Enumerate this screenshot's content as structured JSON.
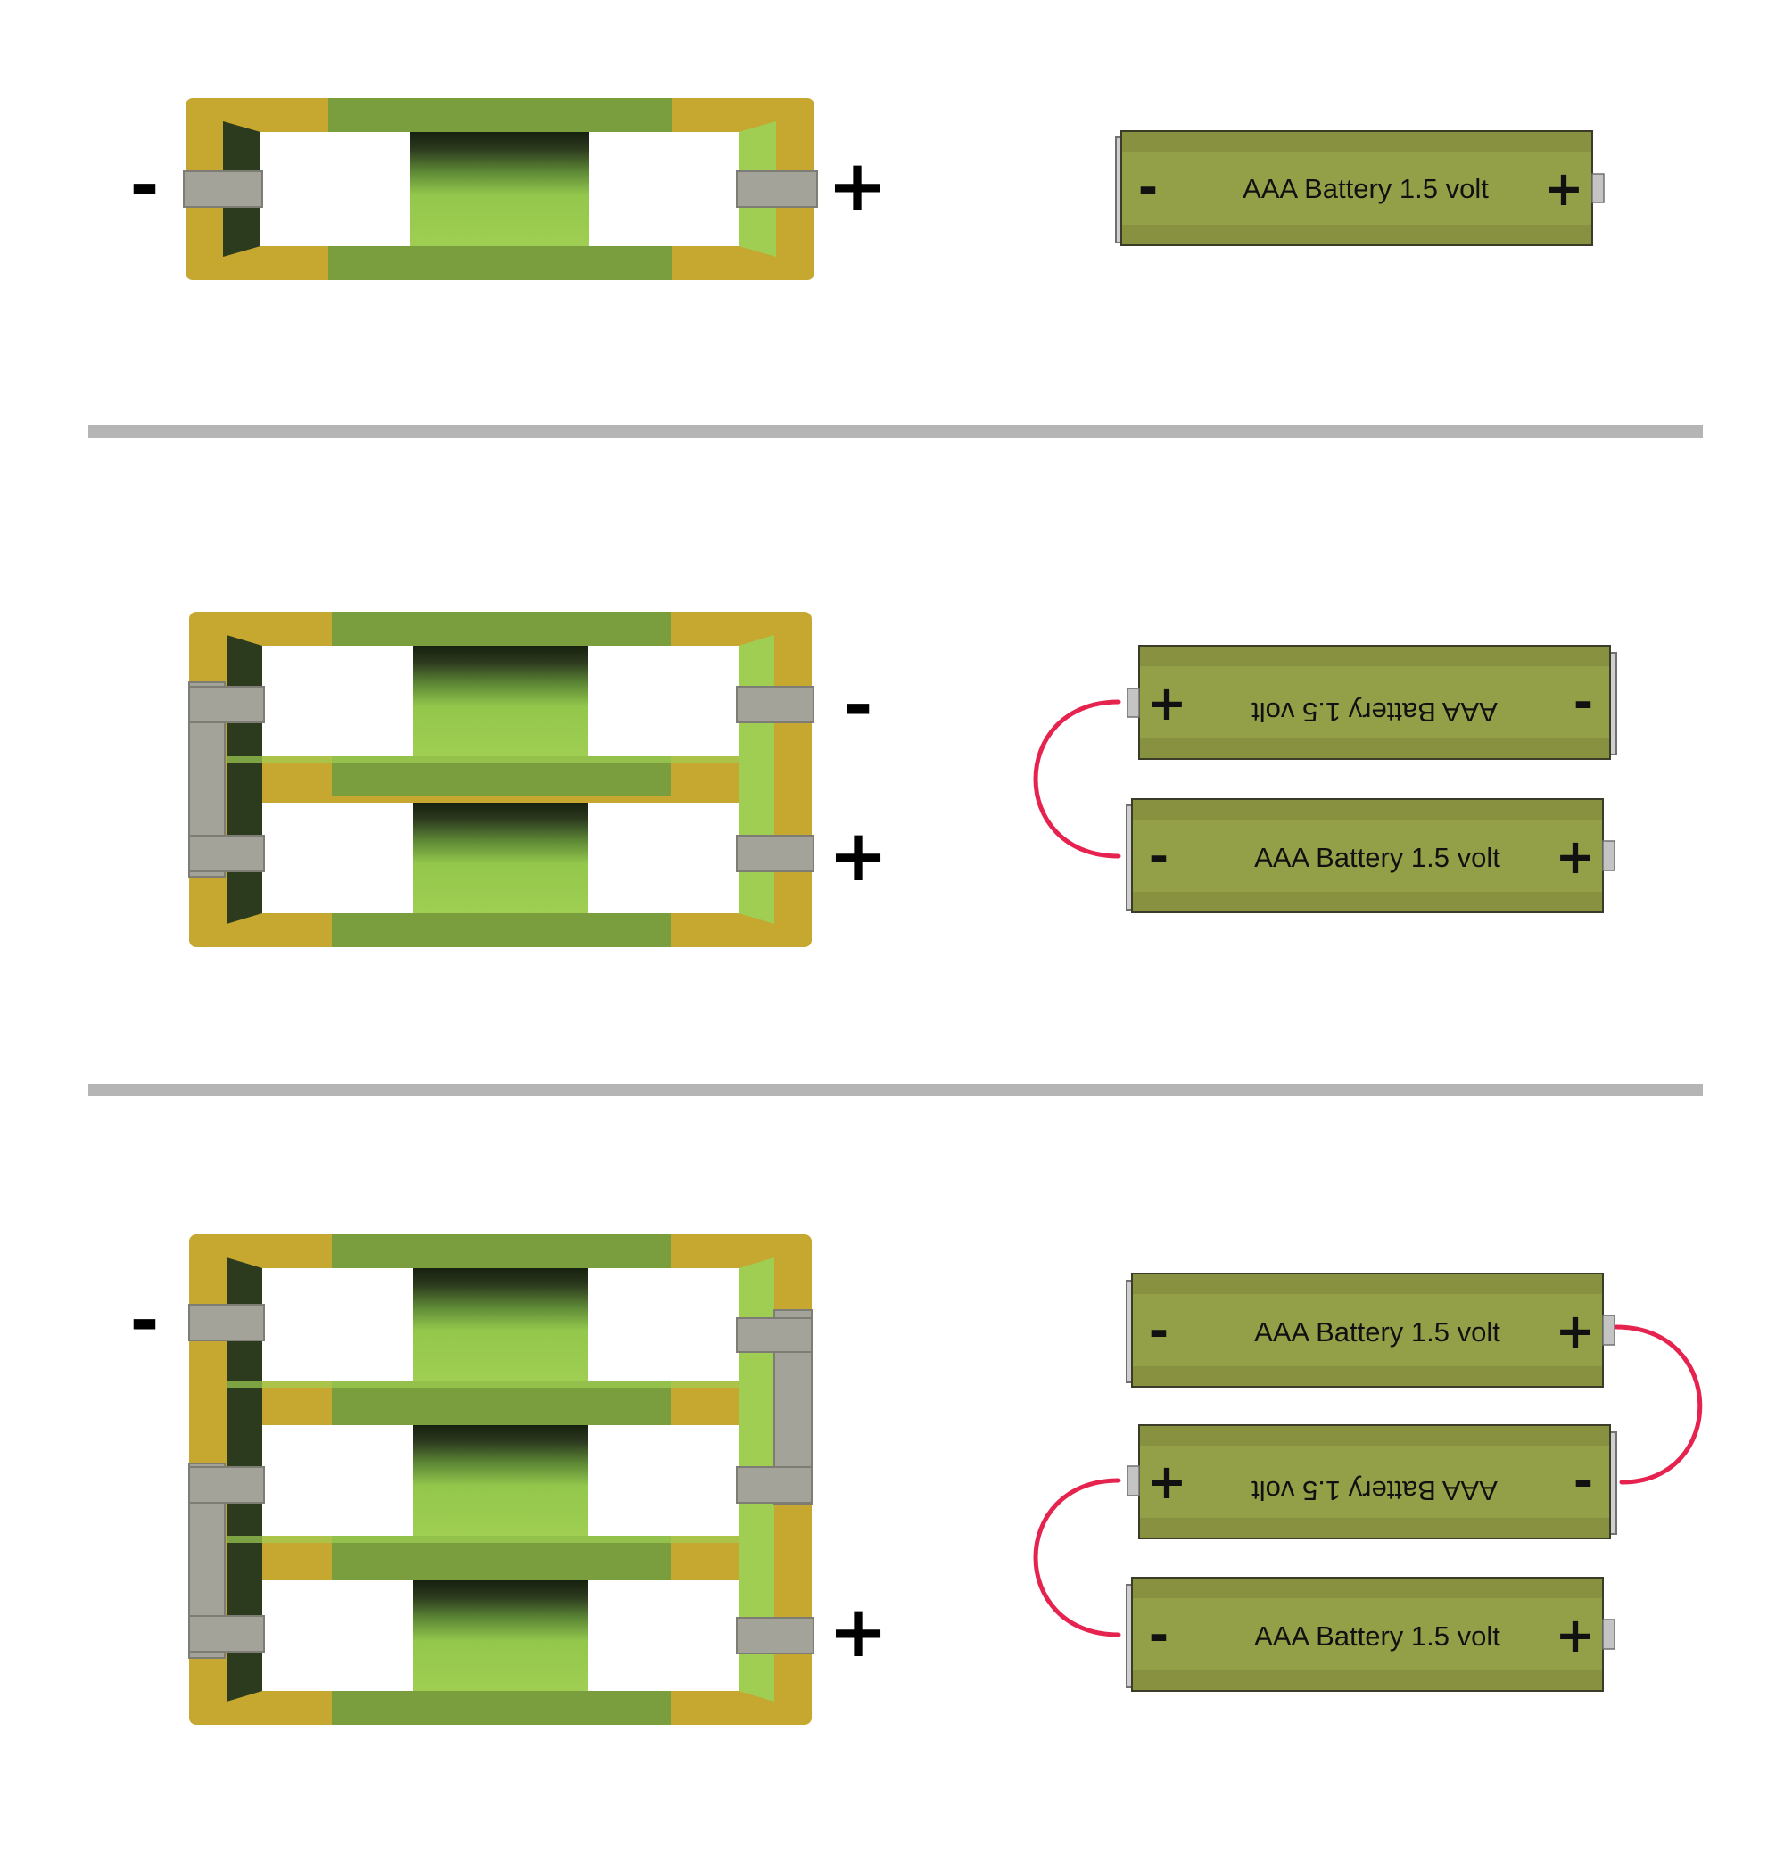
{
  "battery_label": "AAA Battery 1.5 volt",
  "plus_sign": "+",
  "minus_sign": "-",
  "colors": {
    "holder_gold": "#c6a830",
    "holder_green": "#7a9e3e",
    "holder_light_green": "#9fce52",
    "holder_dark": "#2c3a1e",
    "contact_grey": "#a3a39a",
    "divider_grey": "#b5b5b5",
    "battery_body": "#93a047",
    "battery_band": "#87913f",
    "wire_red": "#e5234e"
  },
  "sections": [
    {
      "name": "single-cell",
      "cells": 1,
      "wiring": "single"
    },
    {
      "name": "two-cell-series",
      "cells": 2,
      "wiring": "series"
    },
    {
      "name": "three-cell-series",
      "cells": 3,
      "wiring": "series"
    }
  ]
}
